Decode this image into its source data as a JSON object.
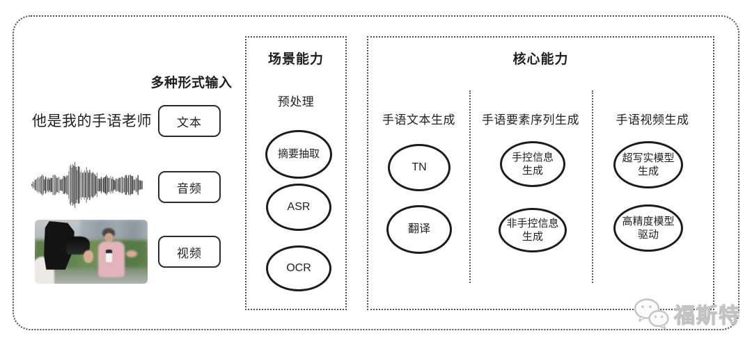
{
  "input_section": {
    "title": "多种形式输入",
    "text_example": "他是我的手语老师",
    "items": [
      {
        "label": "文本"
      },
      {
        "label": "音频"
      },
      {
        "label": "视频"
      }
    ],
    "media": {
      "waveform_icon": "audio-waveform-icon",
      "photo": "interview-video-thumbnail"
    }
  },
  "scene_box": {
    "title": "场景能力",
    "subtitle": "预处理",
    "nodes": [
      "摘要抽取",
      "ASR",
      "OCR"
    ]
  },
  "core_box": {
    "title": "核心能力",
    "columns": [
      {
        "heading": "手语文本生成",
        "nodes": [
          "TN",
          "翻译"
        ]
      },
      {
        "heading": "手语要素序列生成",
        "nodes": [
          "手控信息\n生成",
          "非手控信息\n生成"
        ]
      },
      {
        "heading": "手语视频生成",
        "nodes": [
          "超写实模型\n生成",
          "高精度模型\n驱动"
        ]
      }
    ]
  },
  "watermark": {
    "icon": "wechat-icon",
    "brand": "福斯特"
  },
  "colors": {
    "line": "#1c1c1c",
    "dotted_border": "#4f4f4f",
    "watermark_gray": "#c3c3c3",
    "background": "#ffffff"
  }
}
